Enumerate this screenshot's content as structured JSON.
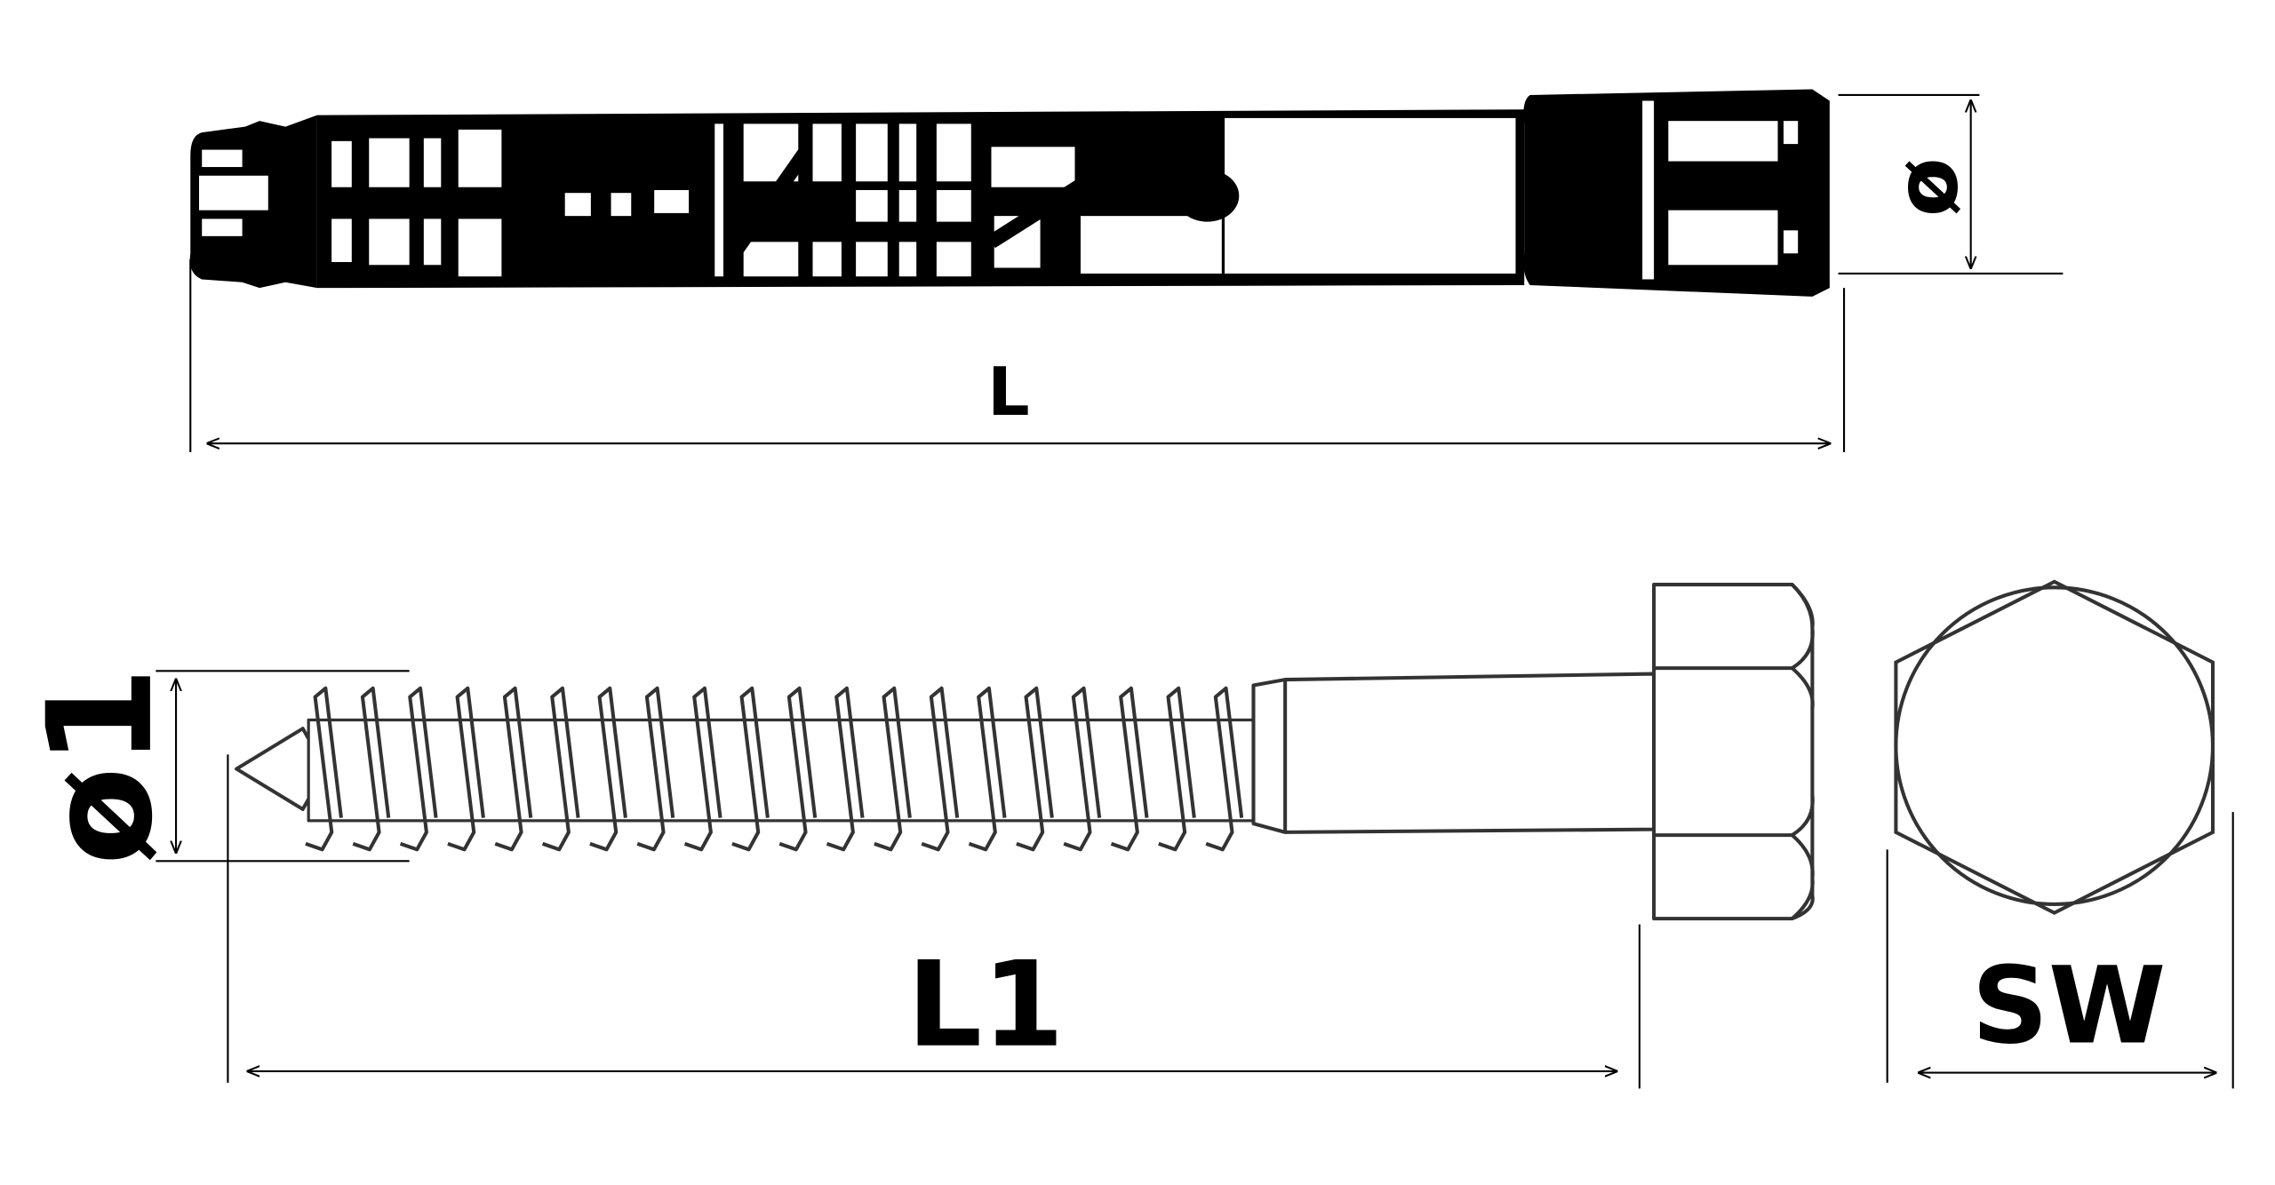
{
  "labels": {
    "plug_length": "L",
    "plug_diameter": "ø",
    "screw_diameter": "ø1",
    "screw_length": "L1",
    "wrench_size": "SW"
  },
  "colors": {
    "ink": "#000000",
    "screw_stroke": "#333333",
    "background": "#ffffff"
  },
  "thread_turns": 20
}
